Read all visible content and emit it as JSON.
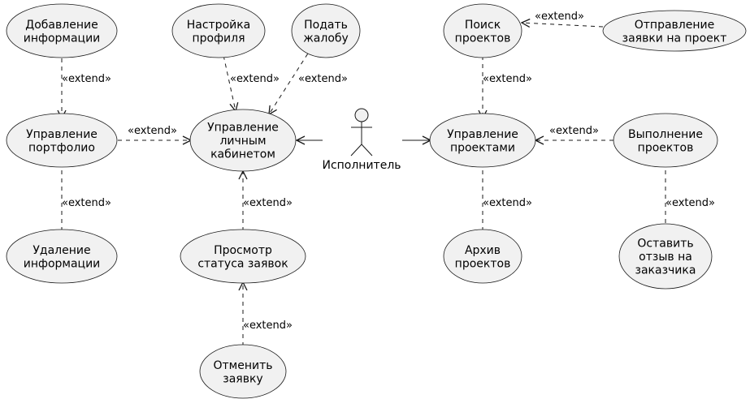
{
  "colors": {
    "usecase_fill": "#f1f1f1",
    "usecase_stroke": "#181818",
    "edge": "#181818",
    "background": "#ffffff"
  },
  "actor": {
    "label": "Исполнитель"
  },
  "use_cases": {
    "add_info": [
      "Добавление",
      "информации"
    ],
    "profile_settings": [
      "Настройка",
      "профиля"
    ],
    "complaint": [
      "Подать",
      "жалобу"
    ],
    "search_projects": [
      "Поиск",
      "проектов"
    ],
    "send_application": [
      "Отправление",
      "заявки на проект"
    ],
    "portfolio": [
      "Управление",
      "портфолио"
    ],
    "cabinet": [
      "Управление",
      "личным",
      "кабинетом"
    ],
    "manage_projects": [
      "Управление",
      "проектами"
    ],
    "execute_projects": [
      "Выполнение",
      "проектов"
    ],
    "delete_info": [
      "Удаление",
      "информации"
    ],
    "request_status": [
      "Просмотр",
      "статуса заявок"
    ],
    "archive": [
      "Архив",
      "проектов"
    ],
    "review": [
      "Оставить",
      "отзыв на",
      "заказчика"
    ],
    "cancel_request": [
      "Отменить",
      "заявку"
    ]
  },
  "edge_labels": {
    "extend": "«extend»"
  }
}
